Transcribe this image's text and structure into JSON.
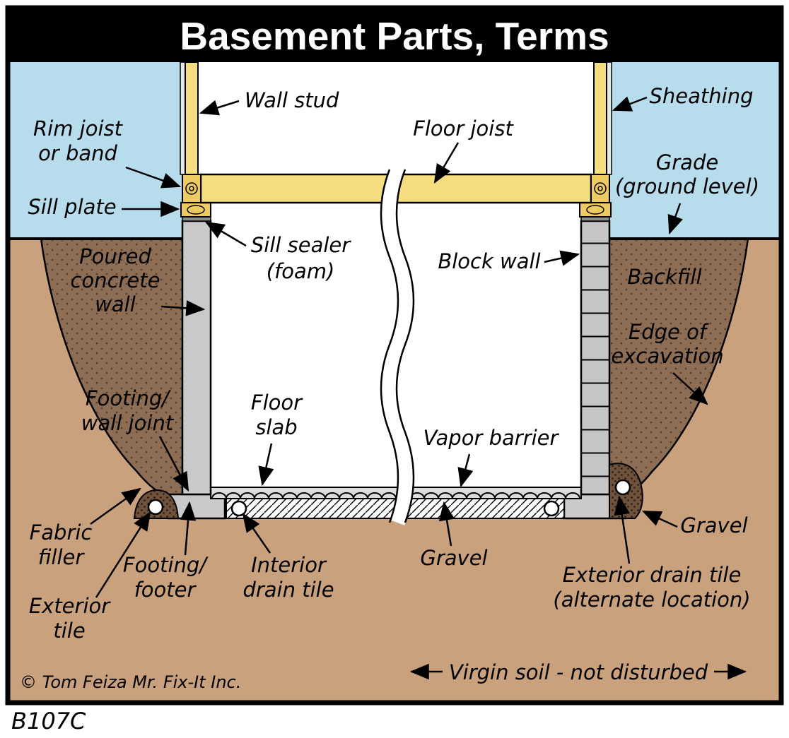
{
  "title": "Basement Parts, Terms",
  "drawing_code": "B107C",
  "copyright": "© Tom Feiza Mr. Fix-It Inc.",
  "colors": {
    "banner": "#000000",
    "sky": "#b7dded",
    "soil": "#c9a27d",
    "backfill": "#8d6e55",
    "wood": "#f6dd7f",
    "wood_end": "#eecb62",
    "concrete": "#c9c9c9",
    "slab": "#dcdcdc",
    "pocket": "#6f523c"
  },
  "labels": {
    "wall_stud": [
      "Wall stud"
    ],
    "floor_joist": [
      "Floor joist"
    ],
    "sheathing": [
      "Sheathing"
    ],
    "rim_joist": [
      "Rim joist",
      "or band"
    ],
    "sill_plate": [
      "Sill plate"
    ],
    "grade": [
      "Grade",
      "(ground level)"
    ],
    "sill_sealer": [
      "Sill sealer",
      "(foam)"
    ],
    "block_wall": [
      "Block wall"
    ],
    "poured_wall": [
      "Poured",
      "concrete",
      "wall"
    ],
    "backfill": [
      "Backfill"
    ],
    "edge_excavation": [
      "Edge of",
      "excavation"
    ],
    "footing_wall_joint": [
      "Footing/",
      "wall joint"
    ],
    "floor_slab": [
      "Floor",
      "slab"
    ],
    "vapor_barrier": [
      "Vapor barrier"
    ],
    "fabric_filler": [
      "Fabric",
      "filler"
    ],
    "footing_footer": [
      "Footing/",
      "footer"
    ],
    "interior_drain_tile": [
      "Interior",
      "drain tile"
    ],
    "gravel_center": [
      "Gravel"
    ],
    "gravel_right": [
      "Gravel"
    ],
    "exterior_drain_tile": [
      "Exterior drain tile",
      "(alternate location)"
    ],
    "exterior_tile": [
      "Exterior",
      "tile"
    ],
    "virgin_soil": "Virgin soil - not disturbed"
  }
}
